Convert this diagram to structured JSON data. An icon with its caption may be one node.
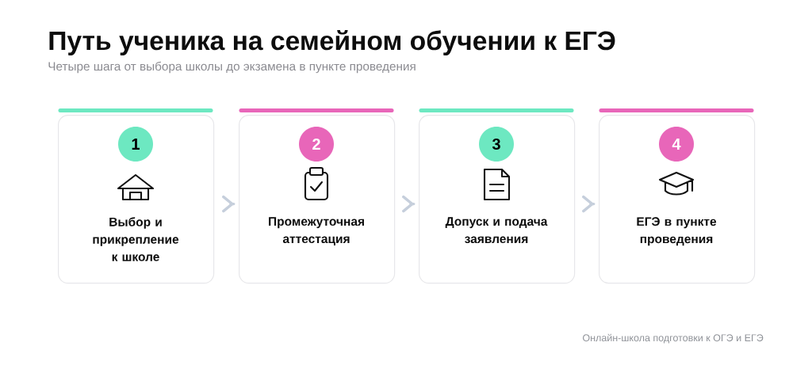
{
  "diagram": {
    "title": "Путь ученика на семейном обучении к ЕГЭ",
    "nodes": [
      {
        "text": [
          "Выбор и прикрепление к школе"
        ]
      },
      {
        "text": [
          "1"
        ],
        "in": 0
      },
      {
        "text": [
          "Промежуточная аттестация"
        ]
      },
      {
        "text": [
          "2"
        ],
        "in": 2
      },
      {
        "text": [
          "Допуск и подача заявления"
        ]
      },
      {
        "text": [
          "3"
        ],
        "in": 4
      },
      {
        "text": [
          "ЕГЭ в пункте проведения"
        ]
      },
      {
        "text": [
          "4"
        ],
        "in": 6
      }
    ],
    "edges": [
      {
        "from": 0,
        "to": 2,
        "arrow": "to"
      },
      {
        "from": 2,
        "to": 4,
        "arrow": "to"
      },
      {
        "from": 4,
        "to": 6,
        "arrow": "to"
      }
    ],
    "labels": [
      "Четыре шага от выбора школы до экзамена в пункте проведения",
      "Онлайн-школа подготовки к ОГЭ и ЕГЭ"
    ]
  }
}
